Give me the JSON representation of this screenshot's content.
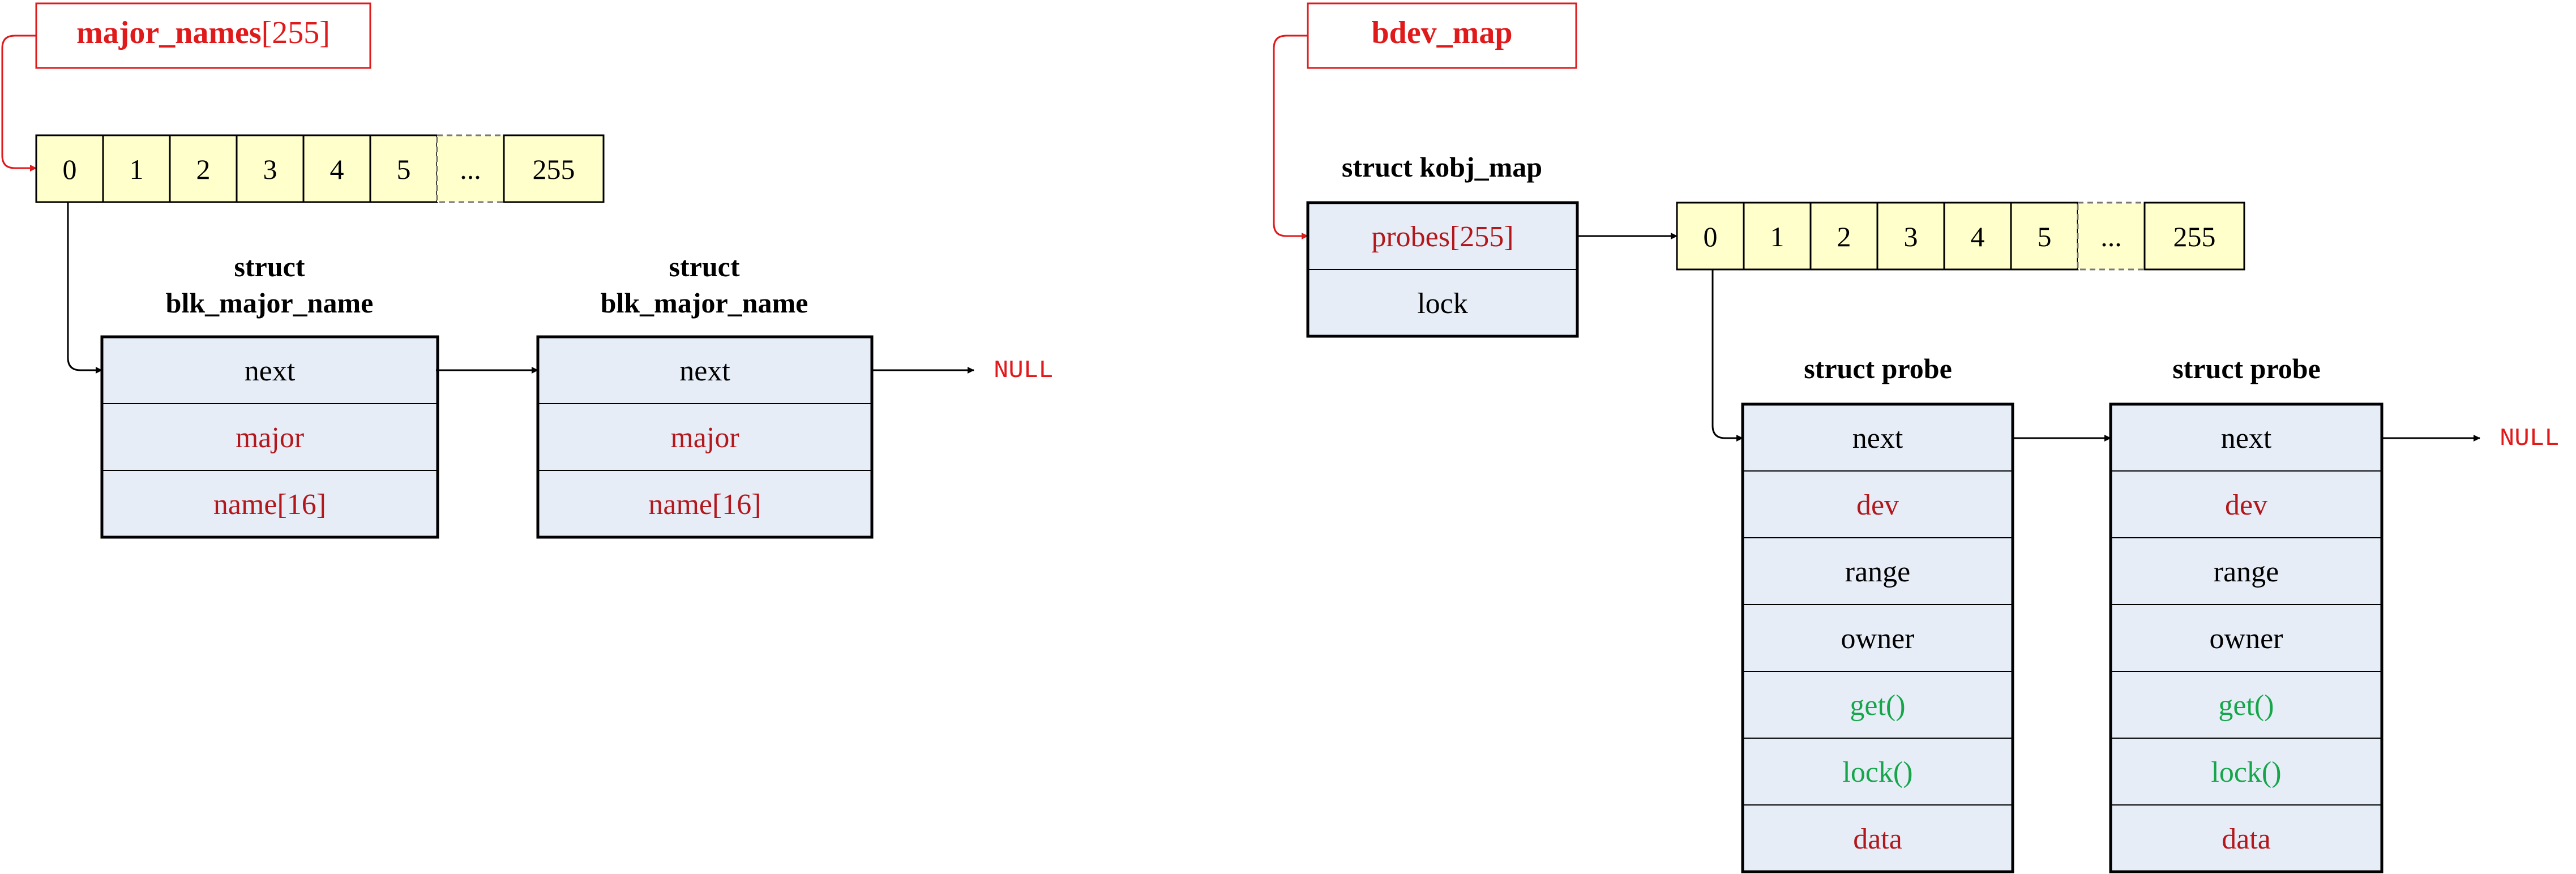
{
  "colors": {
    "red": "#e0191b",
    "dark_red": "#b3171b",
    "green": "#16a64a",
    "black": "#000000",
    "array_fill": "#ffffcc",
    "struct_fill": "#e6edf7"
  },
  "left": {
    "title": {
      "name": "major_names",
      "suffix": "[255]"
    },
    "array_cells": [
      "0",
      "1",
      "2",
      "3",
      "4",
      "5",
      "...",
      "255"
    ],
    "structs": [
      {
        "label_line1": "struct",
        "label_line2": "blk_major_name",
        "fields": [
          "next",
          "major",
          "name[16]"
        ]
      },
      {
        "label_line1": "struct",
        "label_line2": "blk_major_name",
        "fields": [
          "next",
          "major",
          "name[16]"
        ]
      }
    ],
    "null_label": "NULL"
  },
  "right": {
    "title": {
      "name": "bdev_map"
    },
    "kobj_map": {
      "label": "struct kobj_map",
      "fields": [
        "probes[255]",
        "lock"
      ]
    },
    "array_cells": [
      "0",
      "1",
      "2",
      "3",
      "4",
      "5",
      "...",
      "255"
    ],
    "structs": [
      {
        "label": "struct probe",
        "fields": [
          "next",
          "dev",
          "range",
          "owner",
          "get()",
          "lock()",
          "data"
        ]
      },
      {
        "label": "struct probe",
        "fields": [
          "next",
          "dev",
          "range",
          "owner",
          "get()",
          "lock()",
          "data"
        ]
      }
    ],
    "null_label": "NULL"
  }
}
